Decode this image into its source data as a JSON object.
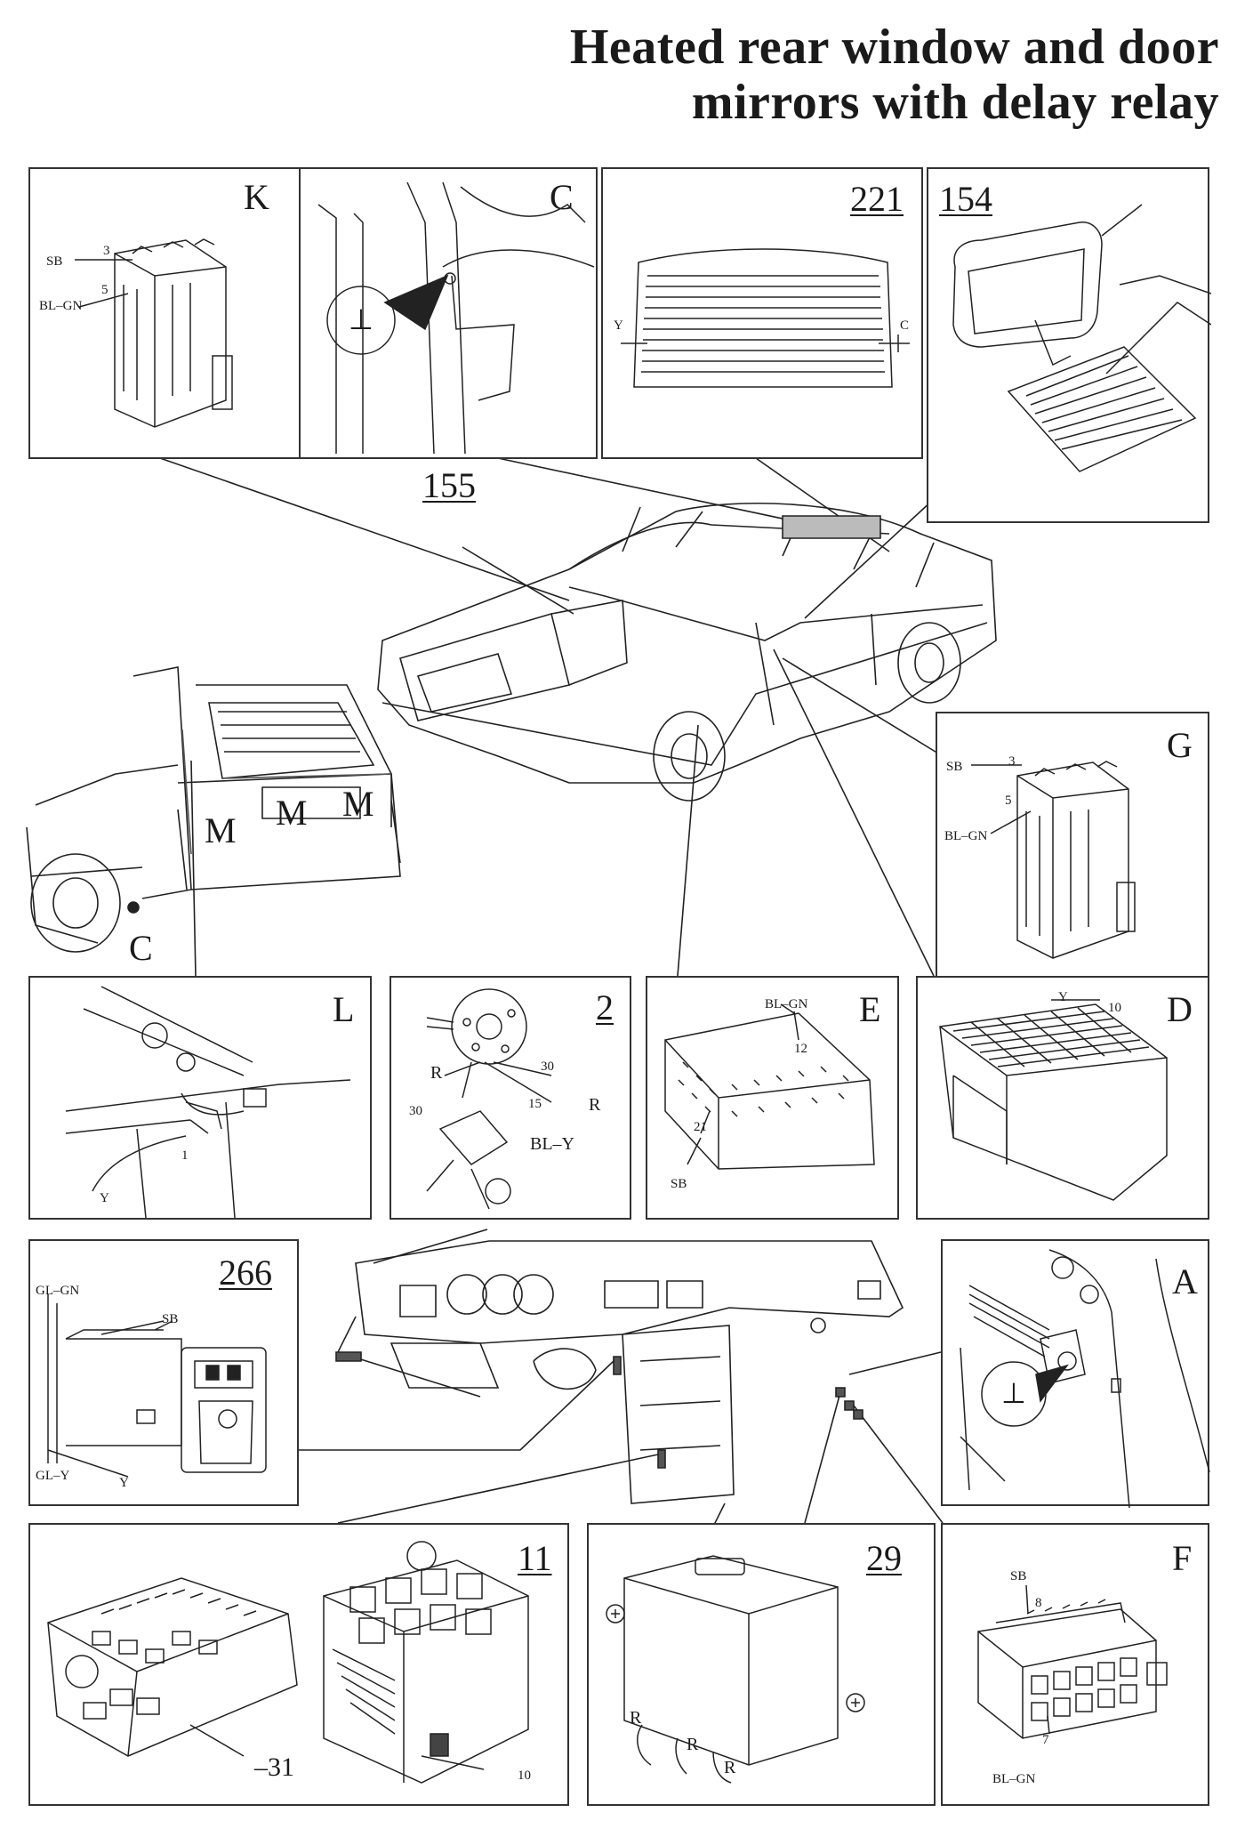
{
  "title": {
    "line1": "Heated rear window and door",
    "line2": "mirrors with delay relay"
  },
  "panels": {
    "K": {
      "label": "K",
      "wire1_pin": "3",
      "wire1": "SB",
      "wire2_pin": "5",
      "wire2": "BL–GN"
    },
    "C_top": {
      "label": "C",
      "ground_symbol": "⊥"
    },
    "p221": {
      "label": "221",
      "left_wire": "Y",
      "right_wire": "C"
    },
    "p154": {
      "label": "154"
    },
    "G": {
      "label": "G",
      "wire1": "SB",
      "wire1_pin": "3",
      "wire2_pin": "5",
      "wire2": "BL–GN"
    },
    "L": {
      "label": "L",
      "pin": "1",
      "wire": "Y"
    },
    "p2": {
      "label": "2",
      "w_r1": "R",
      "w_30a": "30",
      "w_30b": "30",
      "w_r2": "R",
      "w_15": "15",
      "w_bly": "BL–Y"
    },
    "E": {
      "label": "E",
      "top_wire": "BL–GN",
      "top_pin": "12",
      "pin21": "21",
      "bottom_wire": "SB"
    },
    "D": {
      "label": "D",
      "wire": "Y",
      "pin": "10"
    },
    "p266": {
      "label": "266",
      "w_glgn": "GL–GN",
      "w_sb": "SB",
      "w_gly": "GL–Y",
      "w_y": "Y"
    },
    "A": {
      "label": "A",
      "ground_symbol": "⊥"
    },
    "p11": {
      "label": "11",
      "pin_31": "–31",
      "pin_10": "10"
    },
    "p29": {
      "label": "29",
      "r1": "R",
      "r2": "R",
      "r3": "R"
    },
    "F": {
      "label": "F",
      "top_wire": "SB",
      "top_pin": "8",
      "bottom_pin": "7",
      "bottom_wire": "BL–GN"
    }
  },
  "car": {
    "callout_155": "155",
    "rear_m1": "M",
    "rear_m2": "M",
    "rear_m3": "M",
    "rear_c": "C"
  }
}
